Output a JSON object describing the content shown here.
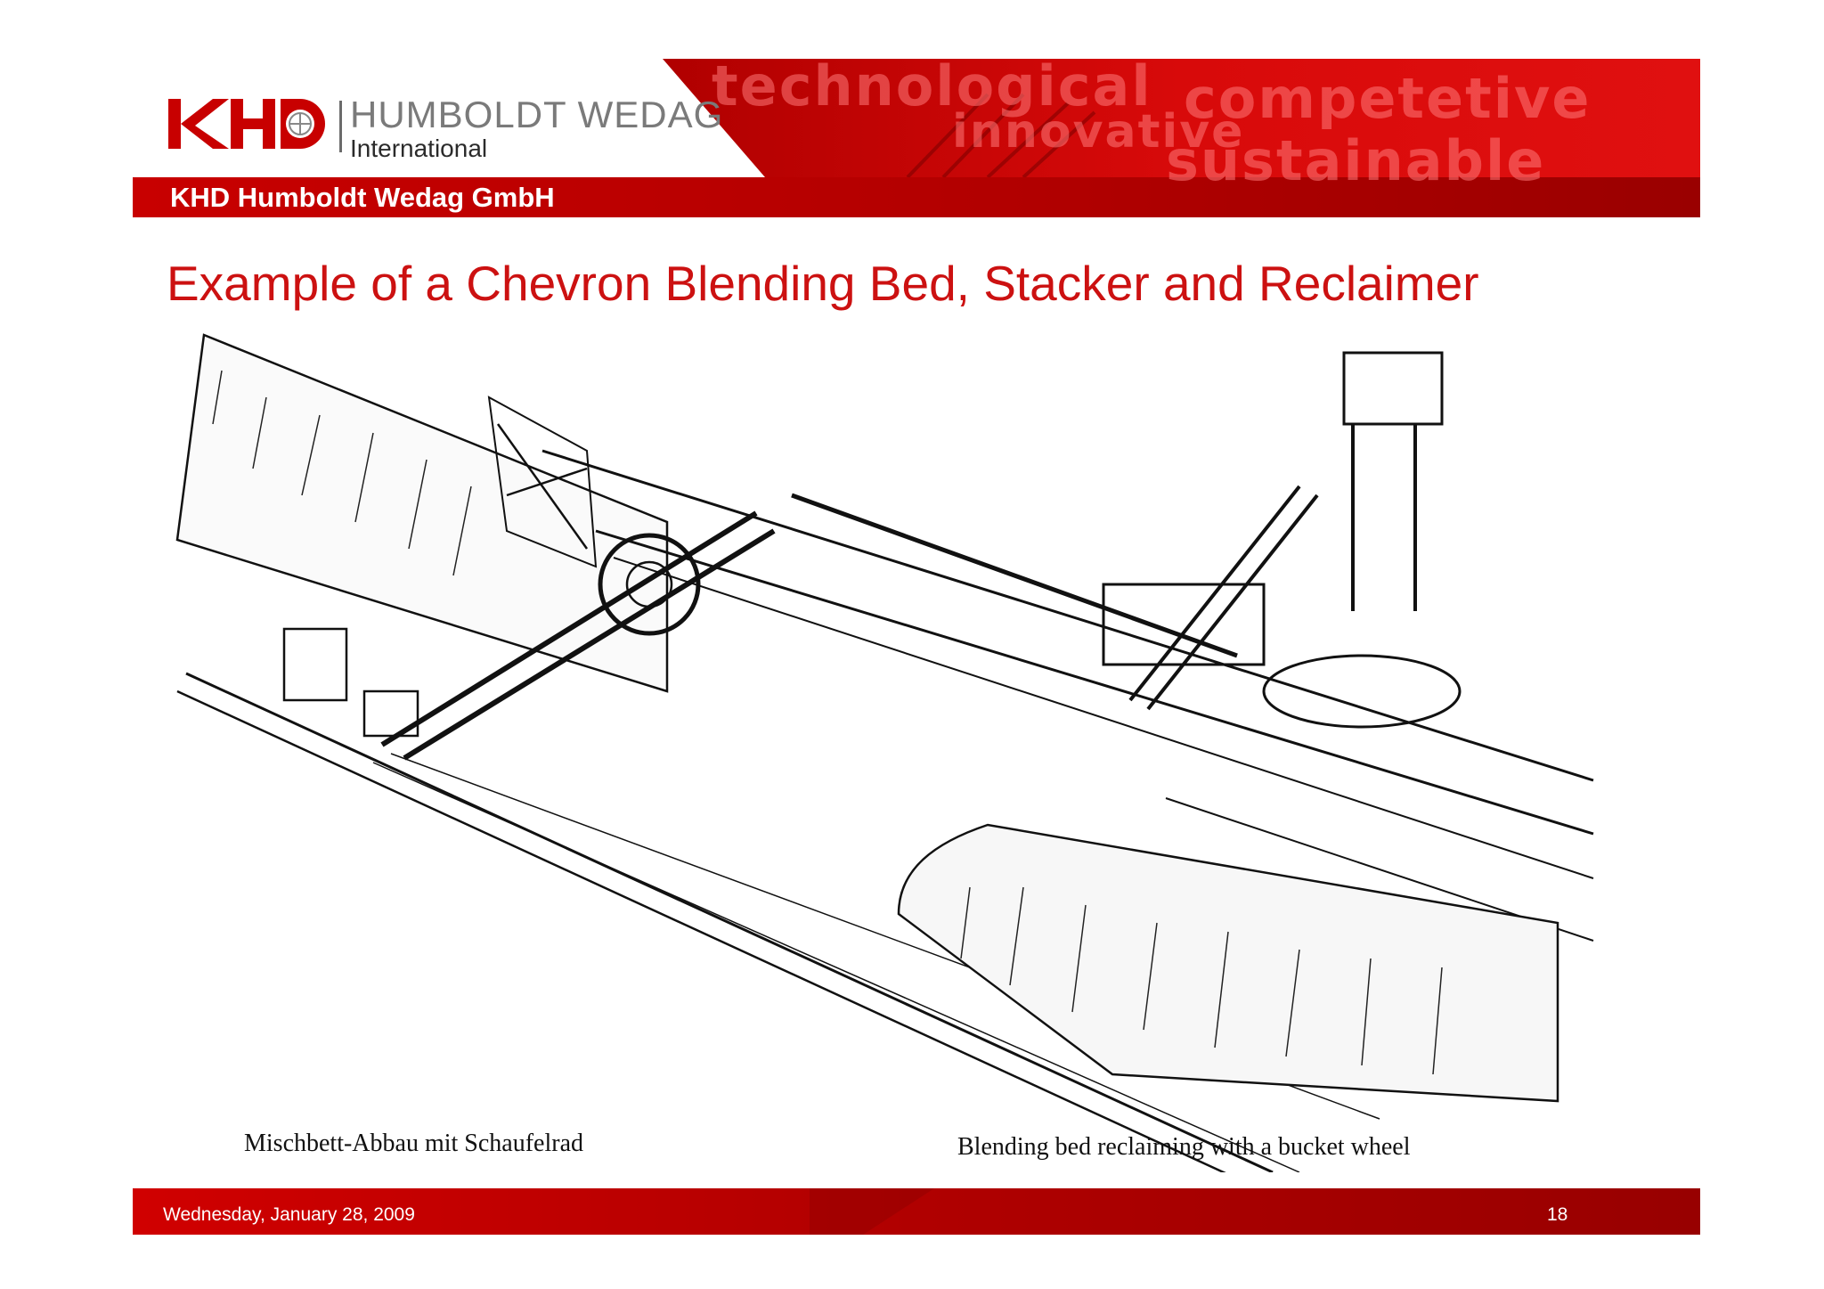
{
  "header": {
    "logo_mark": "KHD",
    "logo_name": "HUMBOLDT WEDAG",
    "logo_sub": "International",
    "company_name": "KHD Humboldt Wedag GmbH",
    "taglines": [
      "technological",
      "competetive",
      "innovative",
      "sustainable"
    ],
    "brand_color": "#cc1111",
    "dark_red": "#8a0000"
  },
  "title": "Example of a Chevron Blending Bed, Stacker and Reclaimer",
  "figure": {
    "caption_de": "Mischbett-Abbau mit Schaufelrad",
    "caption_en": "Blending bed reclaiming with a bucket wheel"
  },
  "footer": {
    "date": "Wednesday, January 28, 2009",
    "page": "18"
  }
}
